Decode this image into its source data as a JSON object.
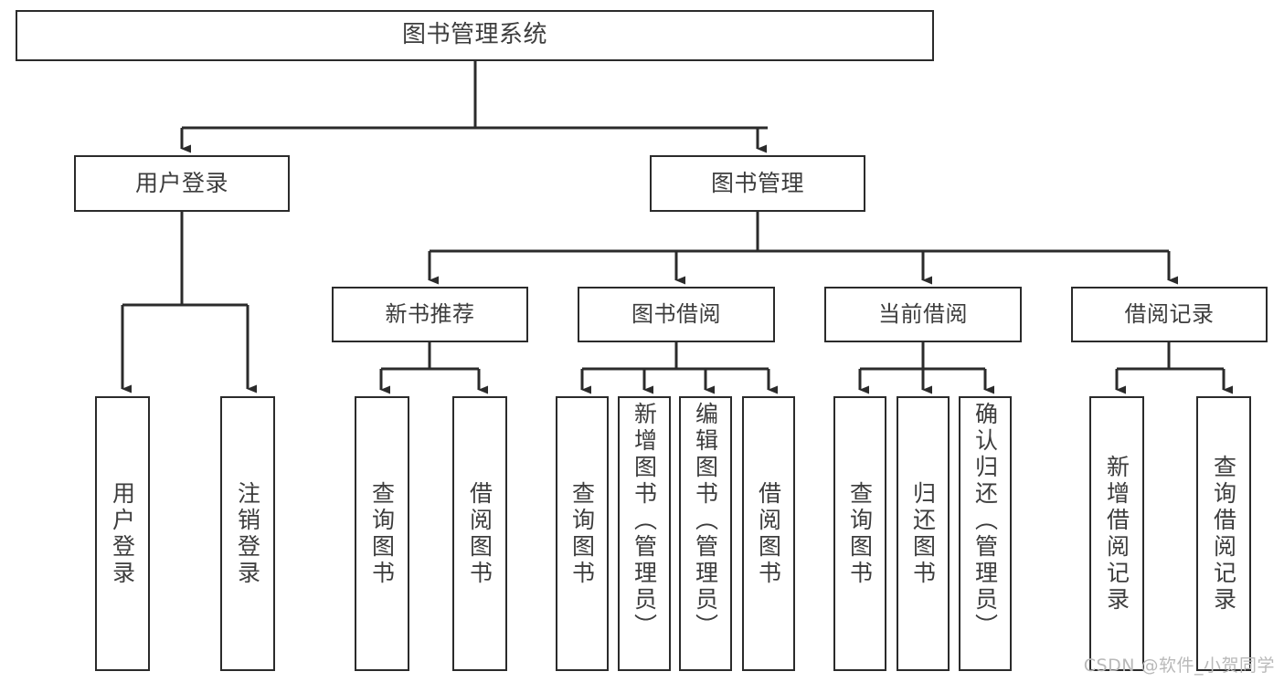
{
  "diagram": {
    "title": "图书管理系统",
    "type": "hierarchy-tree",
    "root": {
      "label": "图书管理系统"
    },
    "level2": [
      {
        "label": "用户登录"
      },
      {
        "label": "图书管理"
      }
    ],
    "level3": [
      {
        "label": "新书推荐"
      },
      {
        "label": "图书借阅"
      },
      {
        "label": "当前借阅"
      },
      {
        "label": "借阅记录"
      }
    ],
    "leaves": {
      "user_login": [
        {
          "label": "用户登录"
        },
        {
          "label": "注销登录"
        }
      ],
      "new_book_recommend": [
        {
          "label": "查询图书"
        },
        {
          "label": "借阅图书"
        }
      ],
      "book_borrow": [
        {
          "label": "查询图书"
        },
        {
          "label": "新增图书（管理员）"
        },
        {
          "label": "编辑图书（管理员）"
        },
        {
          "label": "借阅图书"
        }
      ],
      "current_borrow": [
        {
          "label": "查询图书"
        },
        {
          "label": "归还图书"
        },
        {
          "label": "确认归还（管理员）"
        }
      ],
      "borrow_record": [
        {
          "label": "新增借阅记录"
        },
        {
          "label": "查询借阅记录"
        }
      ]
    }
  },
  "watermark": {
    "text": "CSDN @软件_小贺同学"
  },
  "colors": {
    "stroke": "#2b2b2b",
    "text": "#3d3d3d",
    "background": "#ffffff",
    "watermark": "#b9b9b9"
  }
}
